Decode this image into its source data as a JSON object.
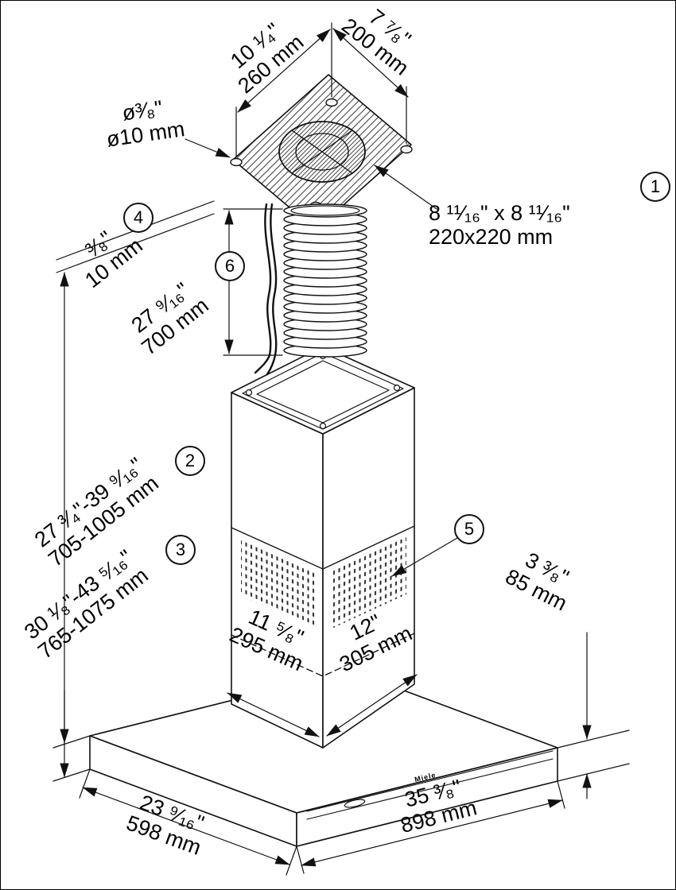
{
  "brand": "Miele",
  "callouts": {
    "c1": "1",
    "c2": "2",
    "c3": "3",
    "c4": "4",
    "c5": "5",
    "c6": "6"
  },
  "dims": {
    "hole_spacing_a": {
      "in": "10 ¹⁄₄\"",
      "mm": "260 mm"
    },
    "hole_spacing_b": {
      "in": "7 ⁷⁄₈\"",
      "mm": "200 mm"
    },
    "hole_diameter": {
      "in": "ø³⁄₈\"",
      "mm": "ø10 mm"
    },
    "ceiling_plate": {
      "in": "8 ¹¹⁄₁₆\" x 8 ¹¹⁄₁₆\"",
      "mm": "220x220 mm"
    },
    "plate_thickness": {
      "in": "³⁄₈\"",
      "mm": "10 mm"
    },
    "duct_length": {
      "in": "27 ⁹⁄₁₆\"",
      "mm": "700 mm"
    },
    "height_range_upper": {
      "in": "27 ³⁄₄\"-39 ⁹⁄₁₆\"",
      "mm": "705-1005 mm"
    },
    "height_range_lower": {
      "in": "30 ¹⁄₈\"-43 ⁵⁄₁₆\"",
      "mm": "765-1075 mm"
    },
    "body_height": {
      "in": "3 ³⁄₈\"",
      "mm": "85 mm"
    },
    "chimney_depth": {
      "in": "11 ⁵⁄₈\"",
      "mm": "295 mm"
    },
    "chimney_width": {
      "in": "12\"",
      "mm": "305 mm"
    },
    "body_depth": {
      "in": "23 ⁹⁄₁₆\"",
      "mm": "598 mm"
    },
    "body_width": {
      "in": "35 ³⁄₈\"",
      "mm": "898 mm"
    }
  }
}
